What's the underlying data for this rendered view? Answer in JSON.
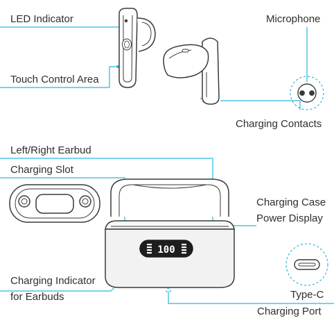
{
  "labels": {
    "led_indicator": "LED Indicator",
    "touch_control_area": "Touch Control Area",
    "microphone": "Microphone",
    "charging_contacts": "Charging Contacts",
    "left_right_earbud": "Left/Right Earbud",
    "charging_slot": "Charging Slot",
    "charging_case": "Charging Case",
    "power_display": "Power Display",
    "charging_indicator": "Charging Indicator",
    "for_earbuds": "for Earbuds",
    "type_c": "Type-C",
    "charging_port": "Charging Port"
  },
  "display": {
    "value": "100"
  },
  "colors": {
    "leader": "#29b6e0",
    "outline": "#3a3a3a",
    "display_bg": "#1e1e1e",
    "display_text": "#ffffff"
  }
}
